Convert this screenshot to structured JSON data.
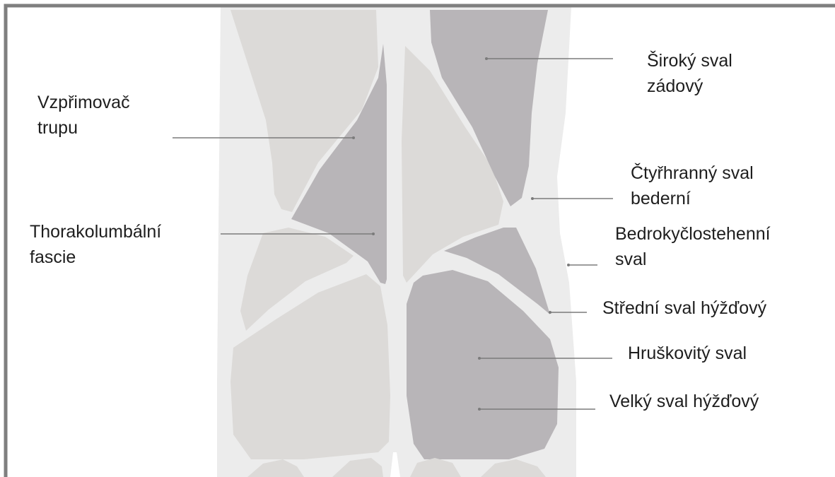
{
  "colors": {
    "silhouette": "#ececec",
    "light_muscle": "#dcdad8",
    "highlight_muscle": "#b8b5b8",
    "leader_line": "#7b7b7b",
    "frame": "#7f7f7f"
  },
  "labels": {
    "latissimus": [
      "Široký sval",
      "zádový"
    ],
    "erector": [
      "Vzpřimovač",
      "trupu"
    ],
    "quadratus": [
      "Čtyřhranný sval",
      "bederní"
    ],
    "fascia": [
      "Thorakolumbální",
      "fascie"
    ],
    "iliopsoas": [
      "Bedrokyčlostehenní",
      "sval"
    ],
    "gluteus_medius": "Střední sval hýžďový",
    "piriformis": "Hruškovitý sval",
    "gluteus_maximus": "Velký sval hýžďový"
  }
}
